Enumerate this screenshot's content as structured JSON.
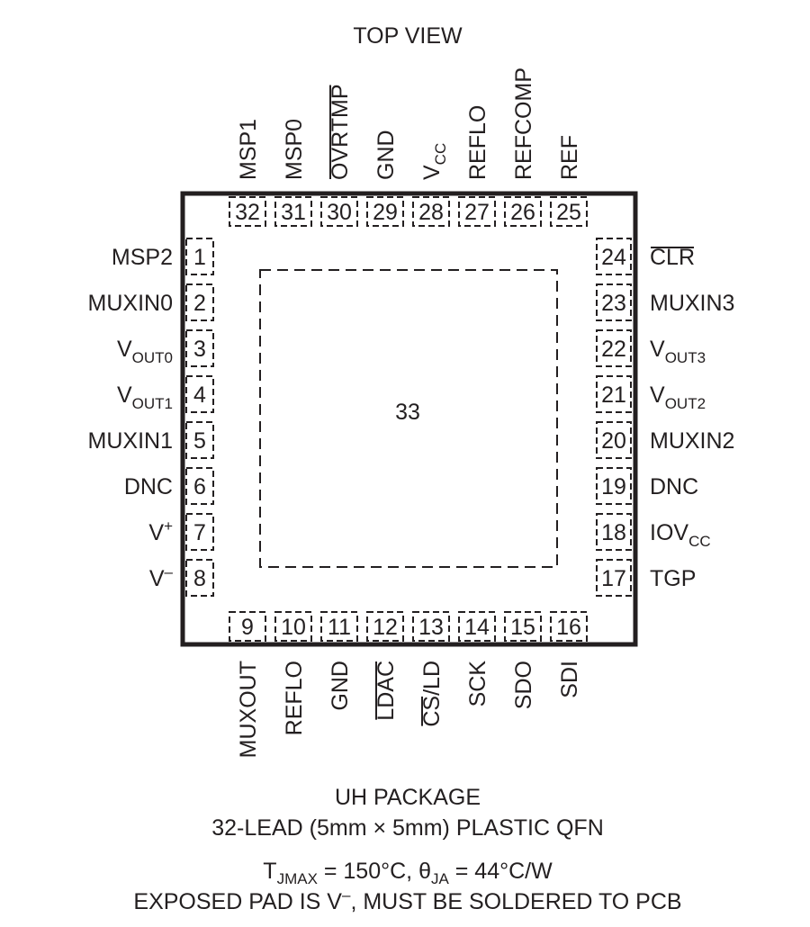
{
  "title": "TOP VIEW",
  "exposed_pad_number": "33",
  "pins_left": [
    {
      "num": "1",
      "label": "MSP2"
    },
    {
      "num": "2",
      "label": "MUXIN0"
    },
    {
      "num": "3",
      "label": "V",
      "sub": "OUT0"
    },
    {
      "num": "4",
      "label": "V",
      "sub": "OUT1"
    },
    {
      "num": "5",
      "label": "MUXIN1"
    },
    {
      "num": "6",
      "label": "DNC"
    },
    {
      "num": "7",
      "label": "V",
      "sup": "+"
    },
    {
      "num": "8",
      "label": "V",
      "sup": "–"
    }
  ],
  "pins_bottom": [
    {
      "num": "9",
      "label": "MUXOUT"
    },
    {
      "num": "10",
      "label": "REFLO"
    },
    {
      "num": "11",
      "label": "GND"
    },
    {
      "num": "12",
      "label": "LDAC",
      "overbar": true
    },
    {
      "num": "13",
      "label": "CS/LD",
      "overbar_prefix": "CS",
      "rest": "/LD"
    },
    {
      "num": "14",
      "label": "SCK"
    },
    {
      "num": "15",
      "label": "SDO"
    },
    {
      "num": "16",
      "label": "SDI"
    }
  ],
  "pins_right": [
    {
      "num": "17",
      "label": "TGP"
    },
    {
      "num": "18",
      "label": "IOV",
      "sub": "CC"
    },
    {
      "num": "19",
      "label": "DNC"
    },
    {
      "num": "20",
      "label": "MUXIN2"
    },
    {
      "num": "21",
      "label": "V",
      "sub": "OUT2"
    },
    {
      "num": "22",
      "label": "V",
      "sub": "OUT3"
    },
    {
      "num": "23",
      "label": "MUXIN3"
    },
    {
      "num": "24",
      "label": "CLR",
      "overbar": true
    }
  ],
  "pins_top": [
    {
      "num": "25",
      "label": "REF"
    },
    {
      "num": "26",
      "label": "REFCOMP"
    },
    {
      "num": "27",
      "label": "REFLO"
    },
    {
      "num": "28",
      "label": "V",
      "sub": "CC"
    },
    {
      "num": "29",
      "label": "GND"
    },
    {
      "num": "30",
      "label": "OVRTMP",
      "overbar": true
    },
    {
      "num": "31",
      "label": "MSP0"
    },
    {
      "num": "32",
      "label": "MSP1"
    }
  ],
  "caption": {
    "package": "UH PACKAGE",
    "lead": "32-LEAD (5mm × 5mm) PLASTIC QFN",
    "thermal_t": "T",
    "thermal_t_sub": "JMAX",
    "thermal_mid": " = 150°C, ",
    "thermal_theta": "θ",
    "thermal_theta_sub": "JA",
    "thermal_end": " = 44°C/W",
    "exposed_pre": "EXPOSED PAD IS V",
    "exposed_sup": "–",
    "exposed_post": ", MUST BE SOLDERED TO PCB"
  }
}
